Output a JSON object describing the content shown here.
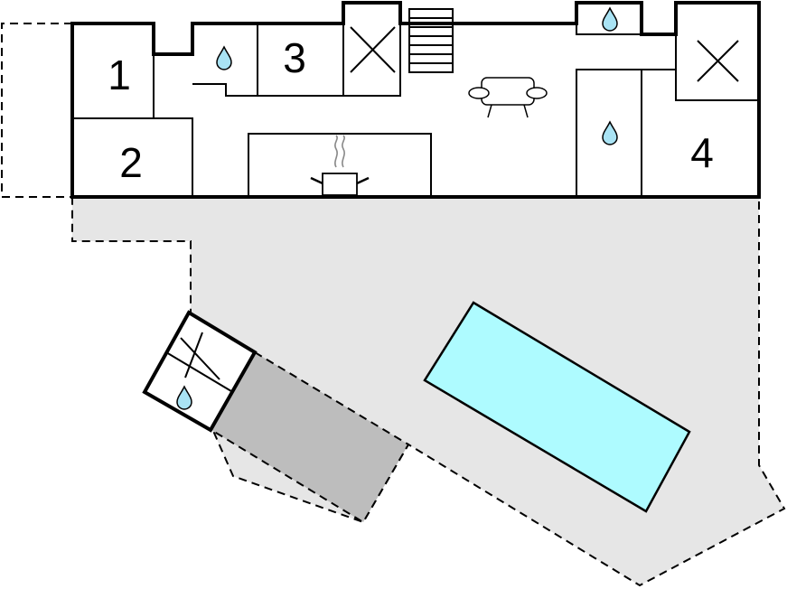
{
  "rooms": [
    {
      "id": "room-1",
      "label": "1"
    },
    {
      "id": "room-2",
      "label": "2"
    },
    {
      "id": "room-3",
      "label": "3"
    },
    {
      "id": "room-4",
      "label": "4"
    }
  ],
  "icons": [
    "water-drop-icon",
    "stairs-icon",
    "sofa-icon",
    "cooking-pot-icon",
    "open-void-icon"
  ],
  "colors": {
    "terrace": "#e6e6e6",
    "carport": "#bdbdbd",
    "pool": "#aefbff",
    "water": "#a9e3f4",
    "walls": "#000000"
  }
}
